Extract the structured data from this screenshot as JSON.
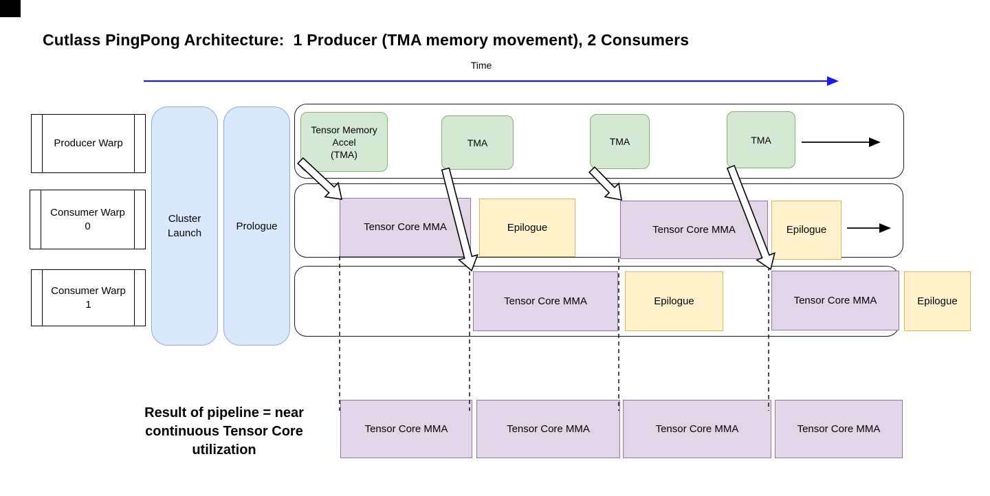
{
  "title": "Cutlass PingPong Architecture:  1 Producer (TMA memory movement), 2 Consumers",
  "time_axis": {
    "label": "Time"
  },
  "warps": [
    {
      "label": "Producer Warp"
    },
    {
      "label": "Consumer Warp\n0"
    },
    {
      "label": "Consumer Warp\n1"
    }
  ],
  "stages": [
    {
      "label": "Cluster\nLaunch"
    },
    {
      "label": "Prologue"
    }
  ],
  "lanes": {
    "producer": {
      "blocks": [
        {
          "label": "Tensor Memory\nAccel\n(TMA)",
          "type": "tma"
        },
        {
          "label": "TMA",
          "type": "tma"
        },
        {
          "label": "TMA",
          "type": "tma"
        },
        {
          "label": "TMA",
          "type": "tma"
        }
      ]
    },
    "consumer0": {
      "blocks": [
        {
          "label": "Tensor Core MMA",
          "type": "mma"
        },
        {
          "label": "Epilogue",
          "type": "epilogue"
        },
        {
          "label": "Tensor Core MMA",
          "type": "mma"
        },
        {
          "label": "Epilogue",
          "type": "epilogue"
        }
      ]
    },
    "consumer1": {
      "blocks": [
        {
          "label": "Tensor Core MMA",
          "type": "mma"
        },
        {
          "label": "Epilogue",
          "type": "epilogue"
        },
        {
          "label": "Tensor Core MMA",
          "type": "mma"
        },
        {
          "label": "Epilogue",
          "type": "epilogue"
        }
      ]
    }
  },
  "result": {
    "caption": "Result of pipeline = near\ncontinuous Tensor Core\nutilization",
    "blocks": [
      {
        "label": "Tensor Core MMA"
      },
      {
        "label": "Tensor Core MMA"
      },
      {
        "label": "Tensor Core MMA"
      },
      {
        "label": "Tensor Core MMA"
      }
    ]
  },
  "colors": {
    "tma-fill": "#d5e8d4",
    "tma-border": "#82b366",
    "mma-fill": "#e1d5e7",
    "mma-border": "#9673a6",
    "epilogue-fill": "#fff2cc",
    "epilogue-border": "#d6b656",
    "stage-fill": "#dae8fc",
    "stage-border": "#86acd8",
    "time-arrow": "#1a1ae8",
    "line": "#1a1a1a"
  }
}
